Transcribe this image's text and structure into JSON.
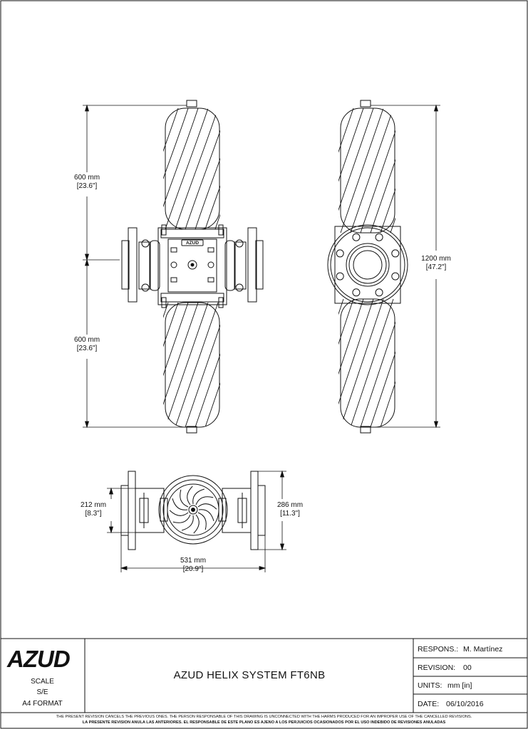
{
  "dimensions": {
    "front_upper_mm": "600 mm",
    "front_upper_in": "[23.6\"]",
    "front_lower_mm": "600 mm",
    "front_lower_in": "[23.6\"]",
    "side_total_mm": "1200 mm",
    "side_total_in": "[47.2\"]",
    "top_height_mm": "212 mm",
    "top_height_in": "[8.3\"]",
    "top_flange_mm": "286 mm",
    "top_flange_in": "[11.3\"]",
    "top_length_mm": "531 mm",
    "top_length_in": "[20.9\"]"
  },
  "body_logo": "AZUD",
  "title_block": {
    "logo": "AZUD",
    "scale_label": "SCALE",
    "scale_value": "S/E",
    "format": "A4 FORMAT",
    "title": "AZUD HELIX SYSTEM FT6NB",
    "respons_label": "RESPONS.:",
    "respons_value": "M. Martínez",
    "revision_label": "REVISION:",
    "revision_value": "00",
    "units_label": "UNITS:",
    "units_value": "mm [in]",
    "date_label": "DATE:",
    "date_value": "06/10/2016"
  },
  "footer": {
    "english": "THE PRESENT REVISION CANCELS THE PREVIOUS ONES. THE PERSON RESPONSABLE OF THIS DRAWING IS UNCONNECTED WITH THE HARMS PRODUCED FOR AN IMPROPER USE OF THE CANCELLED REVISIONS.",
    "spanish": "LA PRESENTE REVISIÓN ANULA LAS ANTERIORES. EL RESPONSABLE DE ESTE PLANO ES AJENO A LOS PERJUICIOS OCASIONADOS POR EL USO INDEBIDO DE REVISIONES ANULADAS"
  },
  "colors": {
    "line": "#111111",
    "background": "#ffffff"
  }
}
